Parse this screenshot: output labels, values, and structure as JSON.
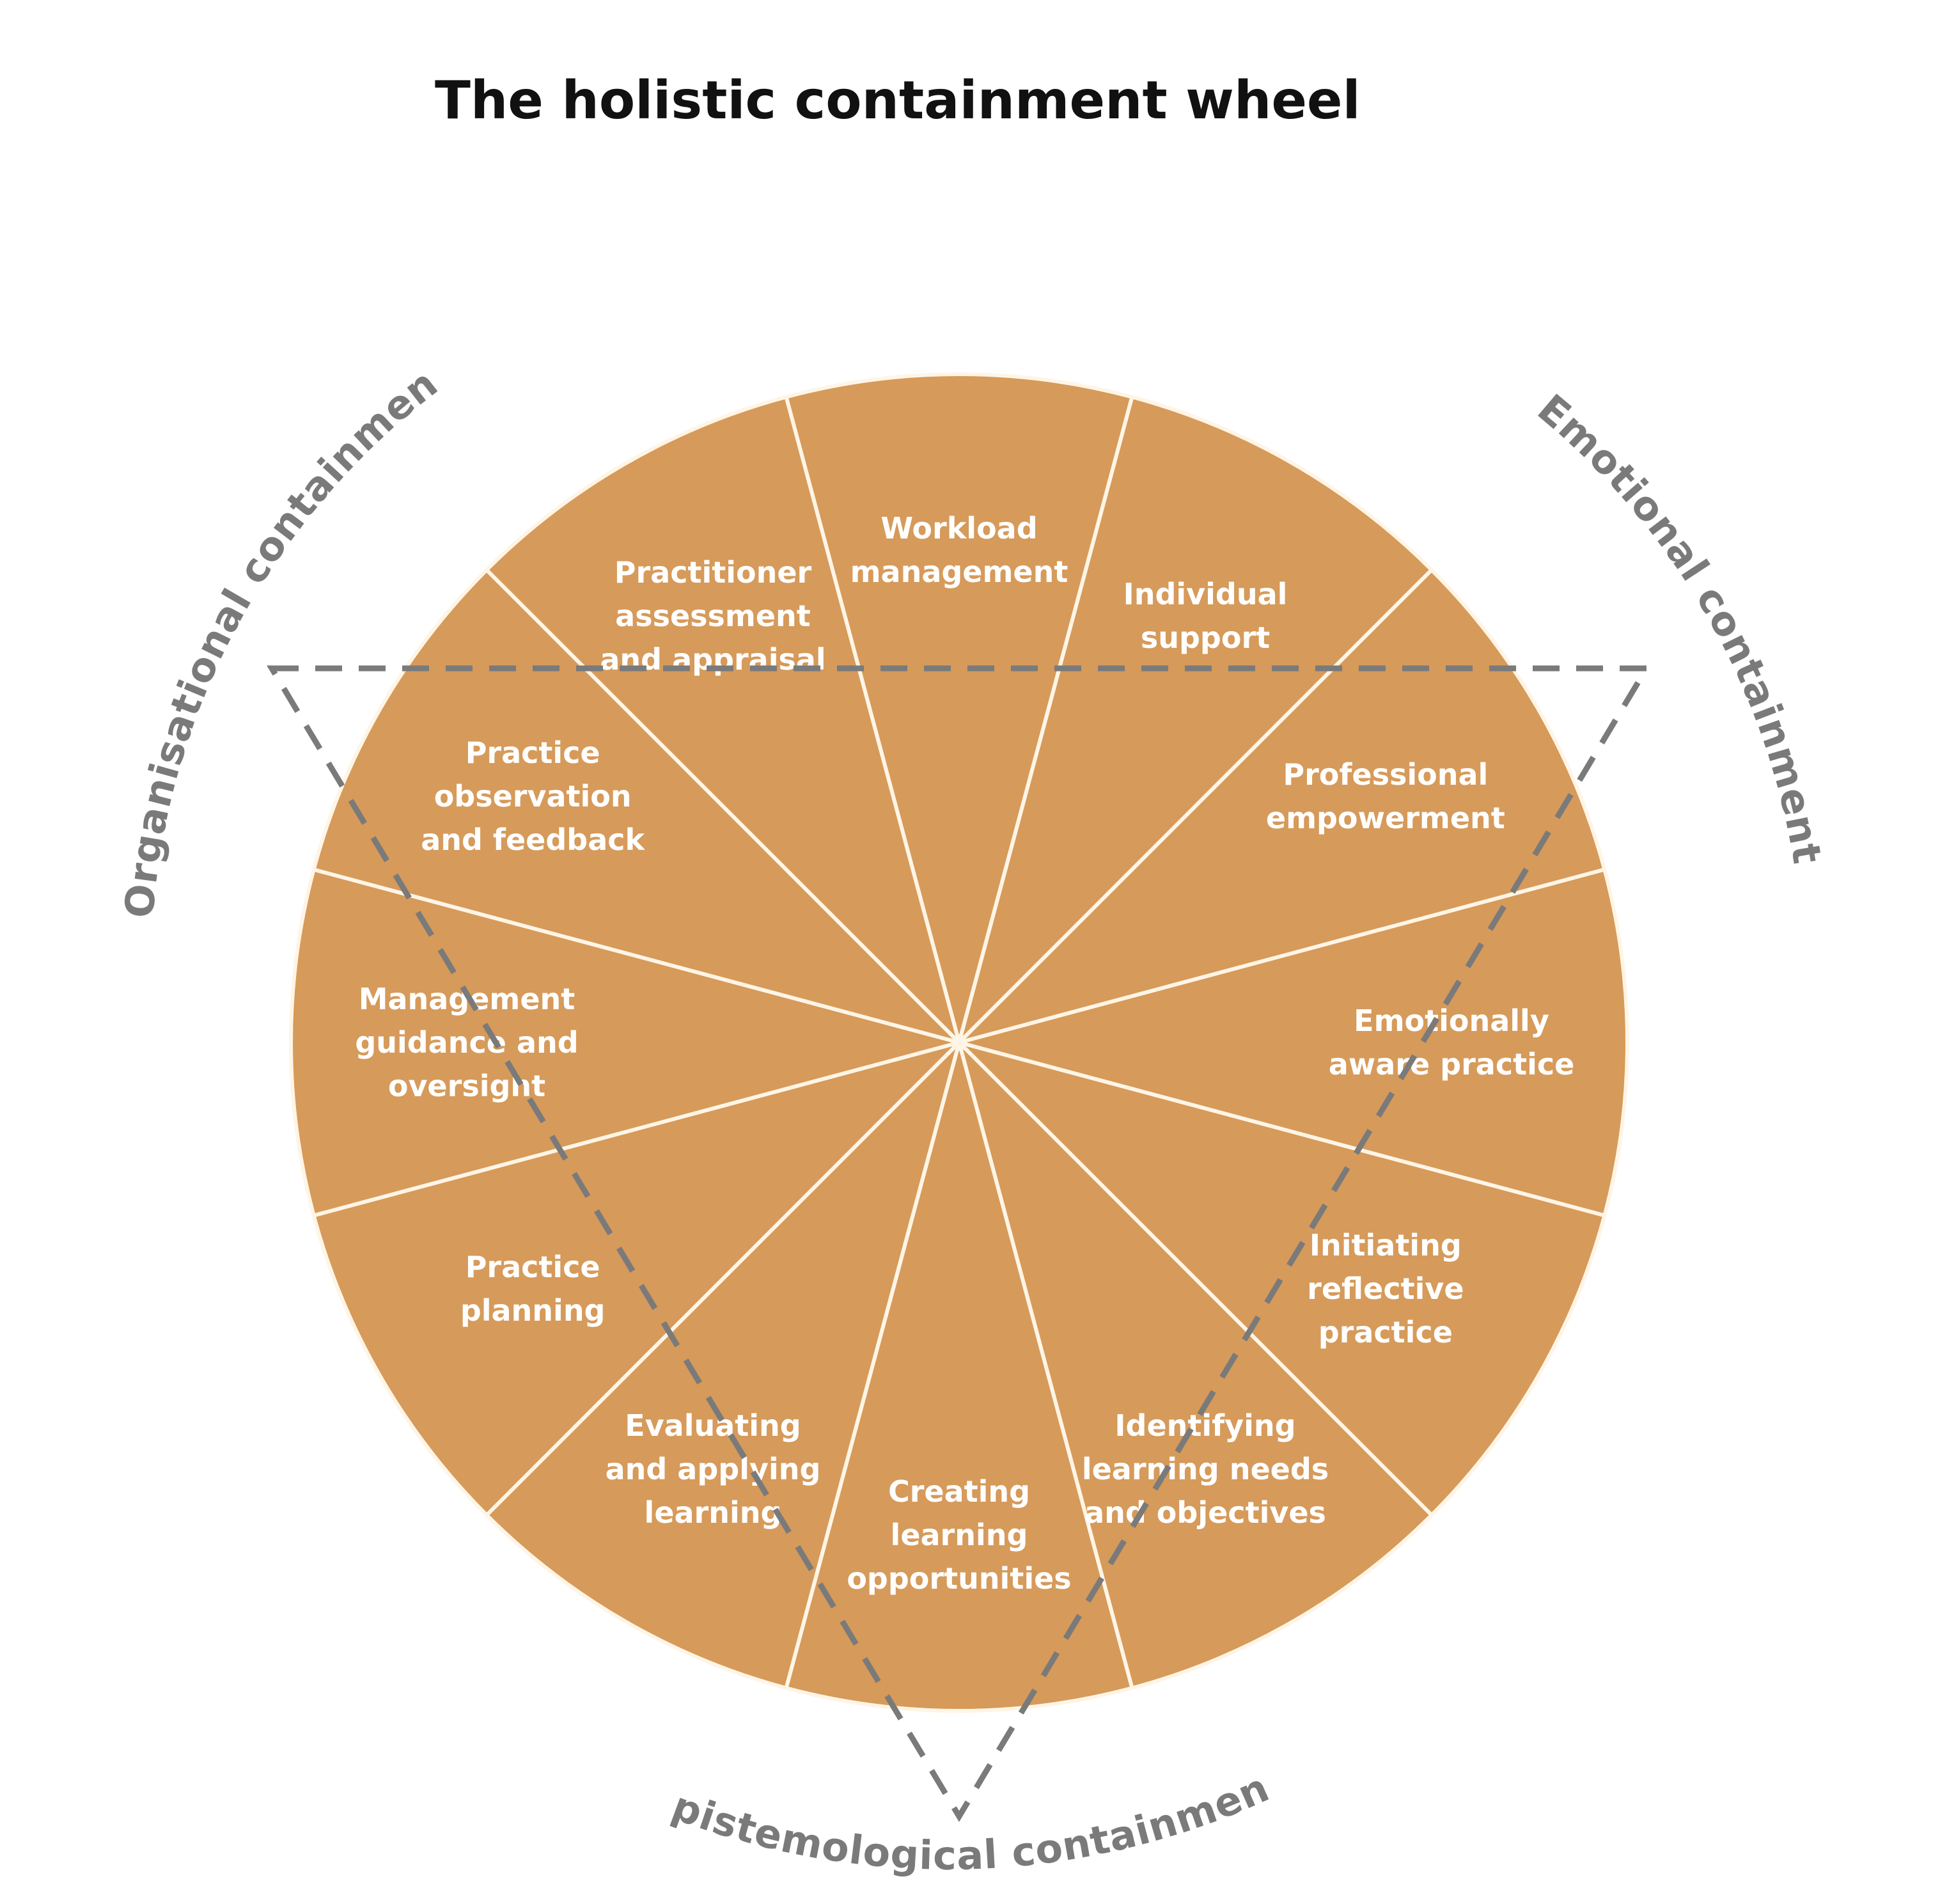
{
  "title": "The holistic containment wheel",
  "colors": {
    "segment_fill": "#D69A5A",
    "divider": "#FFF5E6",
    "segment_text": "#FFFFFF",
    "triangle_dash": "#7A7A7A",
    "outer_label": "#7A7A7A",
    "title_text": "#111111"
  },
  "segments": [
    {
      "lines": [
        "Workload",
        "management"
      ]
    },
    {
      "lines": [
        "Individual",
        "support"
      ]
    },
    {
      "lines": [
        "Professional",
        "empowerment"
      ]
    },
    {
      "lines": [
        "Emotionally",
        "aware practice"
      ]
    },
    {
      "lines": [
        "Initiating",
        "reflective",
        "practice"
      ]
    },
    {
      "lines": [
        "Identifying",
        "learning needs",
        "and objectives"
      ]
    },
    {
      "lines": [
        "Creating",
        "learning",
        "opportunities"
      ]
    },
    {
      "lines": [
        "Evaluating",
        "and applying",
        "learning"
      ]
    },
    {
      "lines": [
        "Practice",
        "planning"
      ]
    },
    {
      "lines": [
        "Management",
        "guidance and",
        "oversight"
      ]
    },
    {
      "lines": [
        "Practice",
        "observation",
        "and feedback"
      ]
    },
    {
      "lines": [
        "Practitioner",
        "assessment",
        "and appraisal"
      ]
    }
  ],
  "outer_labels": {
    "organisational": "Organisational containment",
    "emotional": "Emotional containment",
    "epistemological": "Epistemological containment"
  }
}
